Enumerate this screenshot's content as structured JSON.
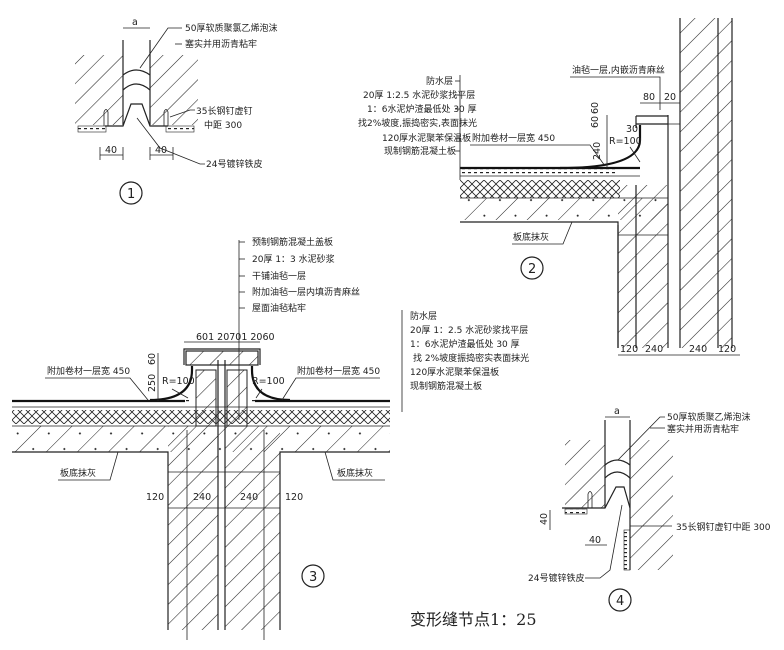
{
  "title": "变形缝节点1：25",
  "detail1": {
    "number": "1",
    "dim_a": "a",
    "labels": [
      "50厚软质聚氯乙烯泡沫",
      "塞实并用沥青粘牢",
      "35长钢钉虚钉",
      "中距 300",
      "24号镀锌铁皮"
    ],
    "dims": [
      "40",
      "40"
    ]
  },
  "detail2": {
    "number": "2",
    "layers": [
      "防水层",
      "20厚 1:2.5 水泥砂浆找平层",
      "1：6水泥炉渣最低处 30 厚",
      "找2%坡度,振捣密实,表面抹光",
      "120厚水泥聚苯保温板",
      "现制钢筋混凝土板"
    ],
    "labels": [
      "油毡一层,内嵌沥青麻丝",
      "附加卷材一层宽 450",
      "板底抹灰",
      "R=100"
    ],
    "dims_top": [
      "80",
      "20"
    ],
    "dims_side": [
      "60",
      "60",
      "30",
      "240"
    ],
    "dims_bottom": [
      "120",
      "240",
      "240",
      "120"
    ]
  },
  "detail3": {
    "number": "3",
    "cap_layers": [
      "预制钢筋混凝土盖板",
      "20厚 1：3 水泥砂浆",
      "干铺油毡一层",
      "附加油毡一层内填沥青麻丝",
      "屋面油毡粘牢"
    ],
    "layers": [
      "防水层",
      "20厚 1：2.5 水泥砂浆找平层",
      "1：6水泥炉渣最低处 30 厚",
      "找 2%坡度振捣密实表面抹光",
      "120厚水泥聚苯保温板",
      "现制钢筋混凝土板"
    ],
    "labels": [
      "附加卷材一层宽 450",
      "附加卷材一层宽 450",
      "R=100",
      "R=100",
      "板底抹灰",
      "板底抹灰"
    ],
    "dims_top": "601 20701 2060",
    "dims_side": [
      "60",
      "250"
    ],
    "dims_bottom": [
      "120",
      "240",
      "240",
      "120"
    ]
  },
  "detail4": {
    "number": "4",
    "dim_a": "a",
    "labels": [
      "50厚软质聚乙烯泡沫",
      "塞实并用沥青粘牢",
      "35长钢钉虚钉中距 300",
      "24号镀锌铁皮"
    ],
    "dims": [
      "40",
      "40"
    ]
  }
}
